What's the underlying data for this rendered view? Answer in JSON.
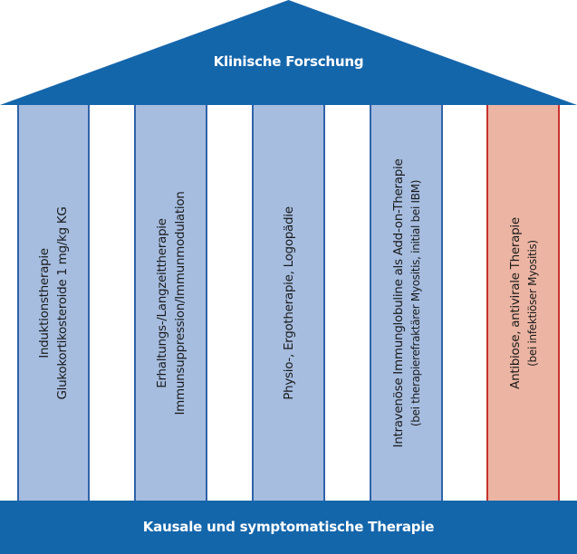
{
  "roof": {
    "label": "Klinische Forschung"
  },
  "pillars": [
    {
      "line1": "Induktionstherapie",
      "line2": "Glukokortikosteroide 1 mg/kg KG"
    },
    {
      "line1": "Erhaltungs-/Langzeittherapie",
      "line2": "Immunsuppression/Immunmodulation"
    },
    {
      "line1": "Physio-, Ergotherapie, Logopädie"
    },
    {
      "line1": "Intravenöse Immunglobuline als Add-on-Therapie",
      "line2": "(bei therapierefraktärer Myositis, initial bei IBM)"
    },
    {
      "line1": "Antibiose, antivirale Therapie",
      "line2": "(bei infektiöser Myositis)"
    }
  ],
  "base": {
    "label": "Kausale und symptomatische Therapie"
  },
  "colors": {
    "primary_blue": "#1466ab",
    "pillar_blue": "#a6bde0",
    "pillar_blue_border": "#2f63a9",
    "pillar_red": "#ecb5a3",
    "pillar_red_border": "#c8312e"
  }
}
